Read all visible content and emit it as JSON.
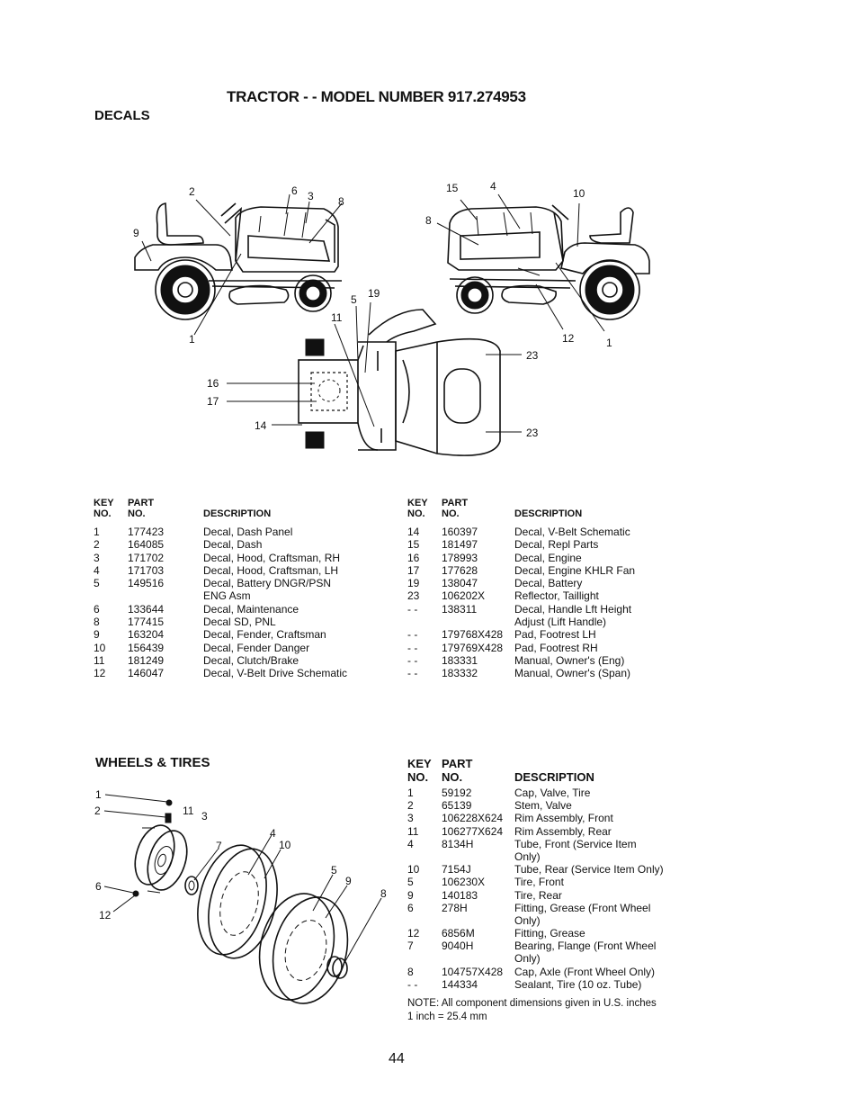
{
  "page": {
    "title": "TRACTOR - - MODEL NUMBER 917.274953",
    "page_number": "44"
  },
  "decals": {
    "heading": "DECALS",
    "callouts": {
      "left_tractor": [
        "9",
        "2",
        "6",
        "3",
        "8",
        "1"
      ],
      "right_tractor": [
        "15",
        "4",
        "10",
        "8",
        "12",
        "1"
      ],
      "top_view": [
        "5",
        "19",
        "11",
        "16",
        "17",
        "14",
        "23",
        "23"
      ]
    },
    "columns": {
      "key_top": "KEY",
      "part_top": "PART",
      "key_no": "NO.",
      "part_no": "NO.",
      "description": "DESCRIPTION"
    },
    "left_rows": [
      {
        "key": "1",
        "part": "177423",
        "desc": "Decal, Dash Panel"
      },
      {
        "key": "2",
        "part": "164085",
        "desc": "Decal, Dash"
      },
      {
        "key": "3",
        "part": "171702",
        "desc": "Decal, Hood, Craftsman, RH"
      },
      {
        "key": "4",
        "part": "171703",
        "desc": "Decal, Hood, Craftsman, LH"
      },
      {
        "key": "5",
        "part": "149516",
        "desc": "Decal, Battery DNGR/PSN"
      },
      {
        "key": "",
        "part": "",
        "desc": "ENG Asm"
      },
      {
        "key": "6",
        "part": "133644",
        "desc": "Decal, Maintenance"
      },
      {
        "key": "8",
        "part": "177415",
        "desc": "Decal SD, PNL"
      },
      {
        "key": "9",
        "part": "163204",
        "desc": "Decal, Fender, Craftsman"
      },
      {
        "key": "10",
        "part": "156439",
        "desc": "Decal, Fender Danger"
      },
      {
        "key": "11",
        "part": "181249",
        "desc": "Decal, Clutch/Brake"
      },
      {
        "key": "12",
        "part": "146047",
        "desc": "Decal, V-Belt Drive Schematic"
      }
    ],
    "right_rows": [
      {
        "key": "14",
        "part": "160397",
        "desc": "Decal, V-Belt Schematic"
      },
      {
        "key": "15",
        "part": "181497",
        "desc": "Decal, Repl Parts"
      },
      {
        "key": "16",
        "part": "178993",
        "desc": "Decal, Engine"
      },
      {
        "key": "17",
        "part": "177628",
        "desc": "Decal, Engine KHLR Fan"
      },
      {
        "key": "19",
        "part": "138047",
        "desc": "Decal, Battery"
      },
      {
        "key": "23",
        "part": "106202X",
        "desc": "Reflector, Taillight"
      },
      {
        "key": "- -",
        "part": "138311",
        "desc": "Decal, Handle Lft Height"
      },
      {
        "key": "",
        "part": "",
        "desc": "Adjust (Lift Handle)"
      },
      {
        "key": "- -",
        "part": "179768X428",
        "desc": "Pad, Footrest LH"
      },
      {
        "key": "- -",
        "part": "179769X428",
        "desc": "Pad, Footrest RH"
      },
      {
        "key": "- -",
        "part": "183331",
        "desc": "Manual, Owner's (Eng)"
      },
      {
        "key": "- -",
        "part": "183332",
        "desc": "Manual, Owner's (Span)"
      }
    ]
  },
  "wheels": {
    "heading": "WHEELS & TIRES",
    "callouts": [
      "1",
      "2",
      "11",
      "3",
      "7",
      "4",
      "10",
      "5",
      "9",
      "8",
      "6",
      "12"
    ],
    "columns": {
      "key_top": "KEY",
      "part_top": "PART",
      "key_no": "NO.",
      "part_no": "NO.",
      "description": "DESCRIPTION"
    },
    "rows": [
      {
        "key": "1",
        "part": "59192",
        "desc": "Cap, Valve, Tire"
      },
      {
        "key": "2",
        "part": "65139",
        "desc": "Stem, Valve"
      },
      {
        "key": "3",
        "part": "106228X624",
        "desc": "Rim Assembly, Front"
      },
      {
        "key": "11",
        "part": "106277X624",
        "desc": "Rim Assembly, Rear"
      },
      {
        "key": "4",
        "part": "8134H",
        "desc": "Tube, Front (Service Item"
      },
      {
        "key": "",
        "part": "",
        "desc": "Only)"
      },
      {
        "key": "10",
        "part": "7154J",
        "desc": "Tube, Rear (Service Item Only)"
      },
      {
        "key": "5",
        "part": "106230X",
        "desc": "Tire, Front"
      },
      {
        "key": "9",
        "part": "140183",
        "desc": "Tire, Rear"
      },
      {
        "key": "6",
        "part": "278H",
        "desc": "Fitting, Grease (Front Wheel"
      },
      {
        "key": "",
        "part": "",
        "desc": "Only)"
      },
      {
        "key": "12",
        "part": "6856M",
        "desc": "Fitting, Grease"
      },
      {
        "key": "7",
        "part": "9040H",
        "desc": "Bearing, Flange (Front Wheel"
      },
      {
        "key": "",
        "part": "",
        "desc": "Only)"
      },
      {
        "key": "8",
        "part": "104757X428",
        "desc": "Cap, Axle (Front Wheel Only)"
      },
      {
        "key": "- -",
        "part": "144334",
        "desc": "Sealant, Tire (10 oz. Tube)"
      }
    ],
    "note": "NOTE: All component dimensions given in U.S. inches",
    "note2": "1 inch = 25.4 mm"
  }
}
